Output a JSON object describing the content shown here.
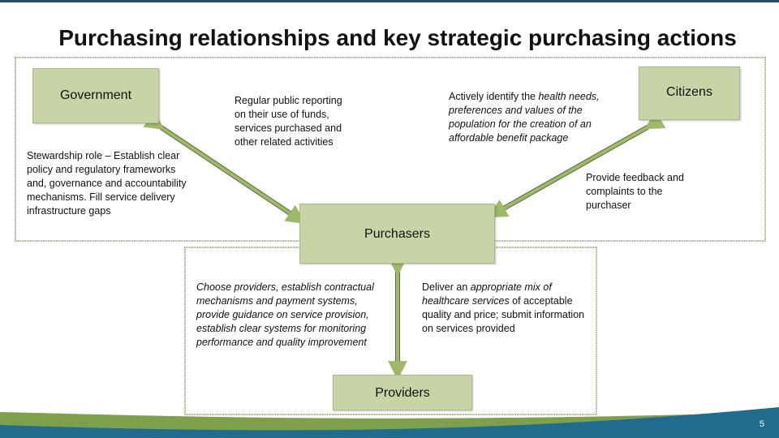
{
  "title": "Purchasing relationships and key strategic purchasing actions",
  "nodes": {
    "government": "Government",
    "citizens": "Citizens",
    "purchasers": "Purchasers",
    "providers": "Providers"
  },
  "notes": {
    "stewardship": "Stewardship role – Establish clear policy and regulatory frameworks and,  governance and accountability mechanisms. Fill service delivery infrastructure gaps",
    "public_reporting": "Regular public reporting on their use of funds, services purchased and other related activities",
    "identify_needs_1": "Actively identify the ",
    "identify_needs_2": "health needs, preferences and values of the population for the creation of an affordable benefit package",
    "feedback": "Provide feedback and complaints to the purchaser",
    "choose_providers": "Choose providers, establish contractual mechanisms and payment systems, provide guidance on service provision, establish clear systems for monitoring performance and quality improvement",
    "deliver_1": "Deliver an ",
    "deliver_2": "appropriate mix of healthcare services",
    "deliver_3": " of acceptable quality and price; submit information on services provided"
  },
  "colors": {
    "box_fill": "#c7d5a6",
    "arrow_fill": "#9fb86a",
    "bar_green": "#7ea04a",
    "bar_blue": "#1f6c8e"
  },
  "page_number": "5"
}
